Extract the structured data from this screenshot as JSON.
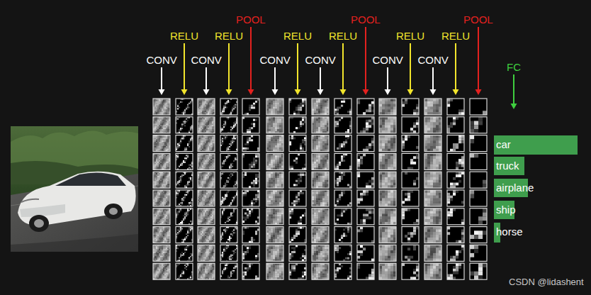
{
  "diagram": {
    "nodes": [
      {
        "text": [
          "car"
        ]
      },
      {
        "text": [
          "truck"
        ]
      },
      {
        "text": [
          "airplane"
        ]
      },
      {
        "text": [
          "ship"
        ]
      },
      {
        "text": [
          "horse"
        ]
      }
    ],
    "labels": [
      "CONV",
      "RELU",
      "CONV",
      "RELU",
      "POOL",
      "CONV",
      "RELU",
      "CONV",
      "RELU",
      "POOL",
      "CONV",
      "RELU",
      "CONV",
      "RELU",
      "POOL",
      "FC",
      "CSDN @lidashent"
    ]
  }
}
